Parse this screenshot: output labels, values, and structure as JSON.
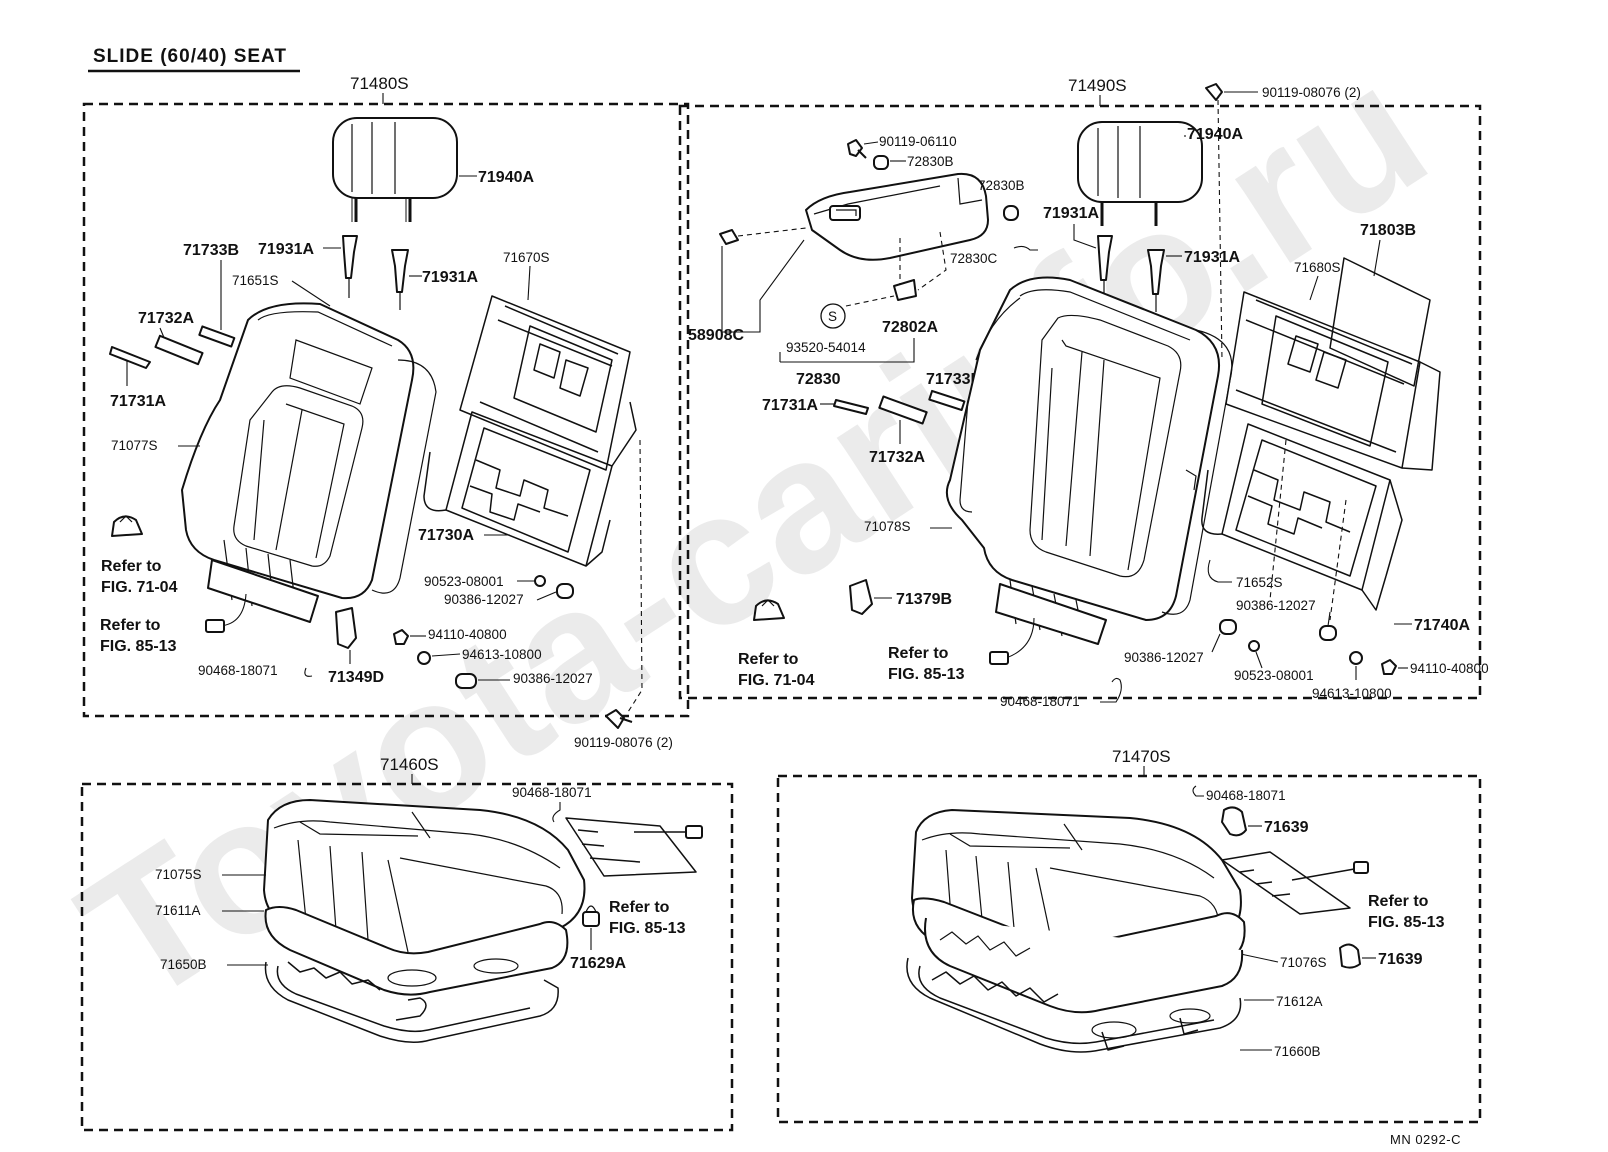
{
  "title": "SLIDE (60/40) SEAT",
  "watermark": "Toyota-carinfo.ru",
  "diagram_code": "MN 0292-C",
  "groups": {
    "left_back": "71480S",
    "right_back": "71490S",
    "left_cushion": "71460S",
    "right_cushion": "71470S"
  },
  "labels": {
    "lb_71940A": "71940A",
    "lb_71931A_1": "71931A",
    "lb_71931A_2": "71931A",
    "lb_71733B": "71733B",
    "lb_71651S": "71651S",
    "lb_71670S": "71670S",
    "lb_71732A": "71732A",
    "lb_71731A": "71731A",
    "lb_71077S": "71077S",
    "lb_71730A": "71730A",
    "lb_90523": "90523-08001",
    "lb_90386a": "90386-12027",
    "lb_94110": "94110-40800",
    "lb_94613": "94613-10800",
    "lb_90386b": "90386-12027",
    "lb_90468": "90468-18071",
    "lb_71349D": "71349D",
    "lb_90119": "90119-08076 (2)",
    "rb_90119a": "90119-08076 (2)",
    "rb_90119b": "90119-06110",
    "rb_72830B_1": "72830B",
    "rb_72830B_2": "72830B",
    "rb_71940A": "71940A",
    "rb_71931A_1": "71931A",
    "rb_71931A_2": "71931A",
    "rb_72830C": "72830C",
    "rb_71803B": "71803B",
    "rb_71680S": "71680S",
    "rb_58908C": "58908C",
    "rb_S": "S",
    "rb_72802A": "72802A",
    "rb_93520": "93520-54014",
    "rb_72830": "72830",
    "rb_71733B": "71733B",
    "rb_71731A": "71731A",
    "rb_71732A": "71732A",
    "rb_71078S": "71078S",
    "rb_71379B": "71379B",
    "rb_71652S": "71652S",
    "rb_90386a": "90386-12027",
    "rb_90386b": "90386-12027",
    "rb_90523": "90523-08001",
    "rb_71740A": "71740A",
    "rb_94613": "94613-10800",
    "rb_94110": "94110-40800",
    "rb_90468": "90468-18071",
    "lc_90468": "90468-18071",
    "lc_71075S": "71075S",
    "lc_71611A": "71611A",
    "lc_71650B": "71650B",
    "lc_71629A": "71629A",
    "rc_90468": "90468-18071",
    "rc_71639a": "71639",
    "rc_71639b": "71639",
    "rc_71076S": "71076S",
    "rc_71612A": "71612A",
    "rc_71660B": "71660B"
  },
  "refs": {
    "lb_fig7104_a": "Refer to",
    "lb_fig7104_b": "FIG. 71-04",
    "lb_fig8513_a": "Refer to",
    "lb_fig8513_b": "FIG. 85-13",
    "rb_fig7104_a": "Refer to",
    "rb_fig7104_b": "FIG. 71-04",
    "rb_fig8513_a": "Refer to",
    "rb_fig8513_b": "FIG. 85-13",
    "lc_fig8513_a": "Refer to",
    "lc_fig8513_b": "FIG. 85-13",
    "rc_fig8513_a": "Refer to",
    "rc_fig8513_b": "FIG. 85-13"
  }
}
